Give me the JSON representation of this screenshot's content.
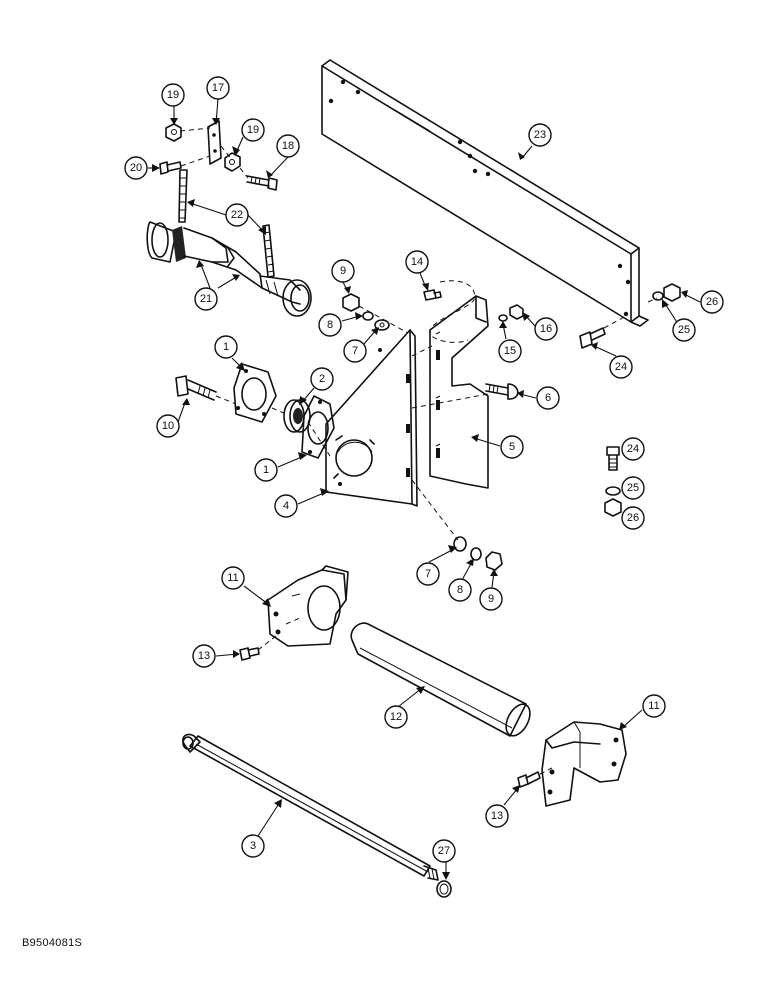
{
  "figure_code": "B9504081S",
  "callouts": [
    {
      "id": "c19a",
      "label": "19"
    },
    {
      "id": "c17",
      "label": "17"
    },
    {
      "id": "c19b",
      "label": "19"
    },
    {
      "id": "c18",
      "label": "18"
    },
    {
      "id": "c20",
      "label": "20"
    },
    {
      "id": "c23",
      "label": "23"
    },
    {
      "id": "c22",
      "label": "22"
    },
    {
      "id": "c21",
      "label": "21"
    },
    {
      "id": "c9a",
      "label": "9"
    },
    {
      "id": "c8a",
      "label": "8"
    },
    {
      "id": "c7a",
      "label": "7"
    },
    {
      "id": "c14",
      "label": "14"
    },
    {
      "id": "c16",
      "label": "16"
    },
    {
      "id": "c15",
      "label": "15"
    },
    {
      "id": "c26a",
      "label": "26"
    },
    {
      "id": "c25a",
      "label": "25"
    },
    {
      "id": "c24a",
      "label": "24"
    },
    {
      "id": "c1a",
      "label": "1"
    },
    {
      "id": "c2",
      "label": "2"
    },
    {
      "id": "c10",
      "label": "10"
    },
    {
      "id": "c1b",
      "label": "1"
    },
    {
      "id": "c4",
      "label": "4"
    },
    {
      "id": "c6",
      "label": "6"
    },
    {
      "id": "c5",
      "label": "5"
    },
    {
      "id": "c24b",
      "label": "24"
    },
    {
      "id": "c25b",
      "label": "25"
    },
    {
      "id": "c26b",
      "label": "26"
    },
    {
      "id": "c7b",
      "label": "7"
    },
    {
      "id": "c8b",
      "label": "8"
    },
    {
      "id": "c9b",
      "label": "9"
    },
    {
      "id": "c11a",
      "label": "11"
    },
    {
      "id": "c13a",
      "label": "13"
    },
    {
      "id": "c12",
      "label": "12"
    },
    {
      "id": "c11b",
      "label": "11"
    },
    {
      "id": "c13b",
      "label": "13"
    },
    {
      "id": "c3",
      "label": "3"
    },
    {
      "id": "c27",
      "label": "27"
    }
  ]
}
